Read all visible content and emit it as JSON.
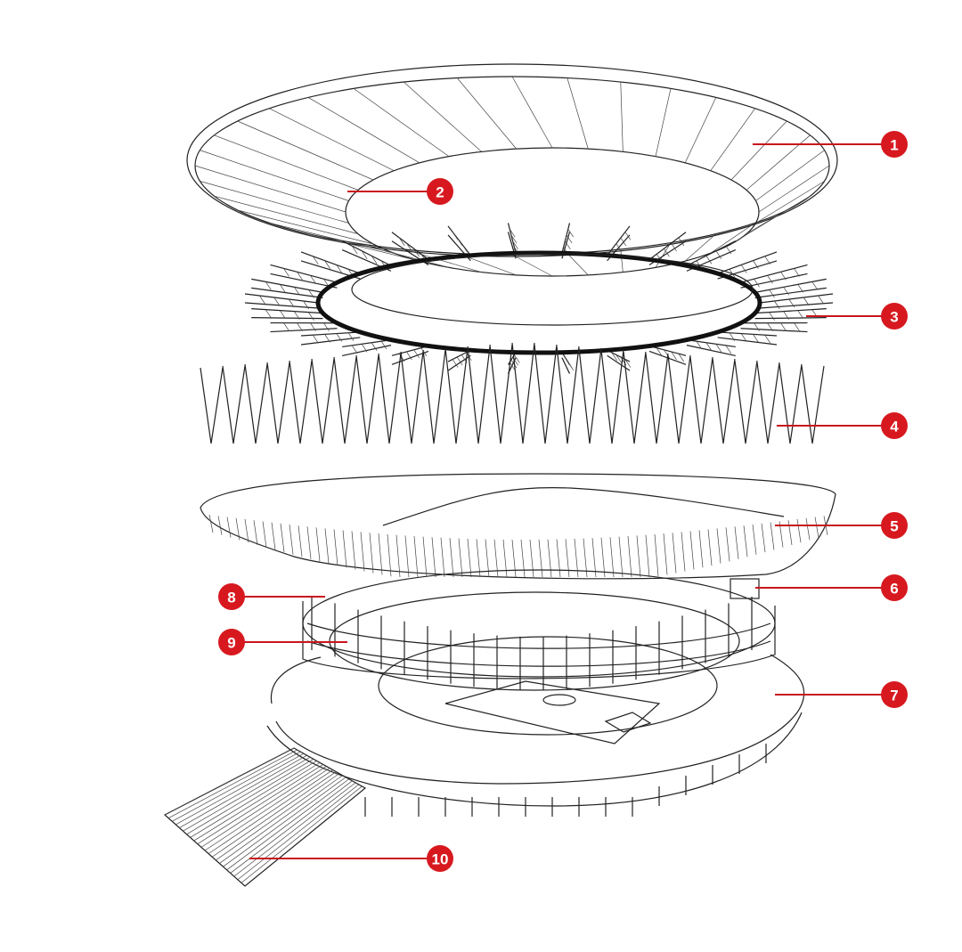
{
  "callouts": [
    {
      "id": "1",
      "line": [
        845,
        162,
        990,
        162
      ],
      "badge": [
        1004,
        162
      ]
    },
    {
      "id": "2",
      "line": [
        390,
        215,
        480,
        215
      ],
      "badge": [
        494,
        215
      ]
    },
    {
      "id": "3",
      "line": [
        905,
        355,
        990,
        355
      ],
      "badge": [
        1004,
        355
      ]
    },
    {
      "id": "4",
      "line": [
        872,
        478,
        990,
        478
      ],
      "badge": [
        1004,
        478
      ]
    },
    {
      "id": "5",
      "line": [
        870,
        590,
        990,
        590
      ],
      "badge": [
        1004,
        590
      ]
    },
    {
      "id": "6",
      "line": [
        848,
        660,
        990,
        660
      ],
      "badge": [
        1004,
        660
      ]
    },
    {
      "id": "7",
      "line": [
        870,
        780,
        990,
        780
      ],
      "badge": [
        1004,
        780
      ]
    },
    {
      "id": "8",
      "line": [
        274,
        670,
        365,
        670
      ],
      "badge": [
        260,
        670
      ]
    },
    {
      "id": "9",
      "line": [
        274,
        721,
        390,
        721
      ],
      "badge": [
        260,
        721
      ]
    },
    {
      "id": "10",
      "line": [
        280,
        964,
        480,
        964
      ],
      "badge": [
        494,
        964
      ]
    }
  ],
  "colors": {
    "accent": "#d7191f",
    "line": "#222222"
  }
}
